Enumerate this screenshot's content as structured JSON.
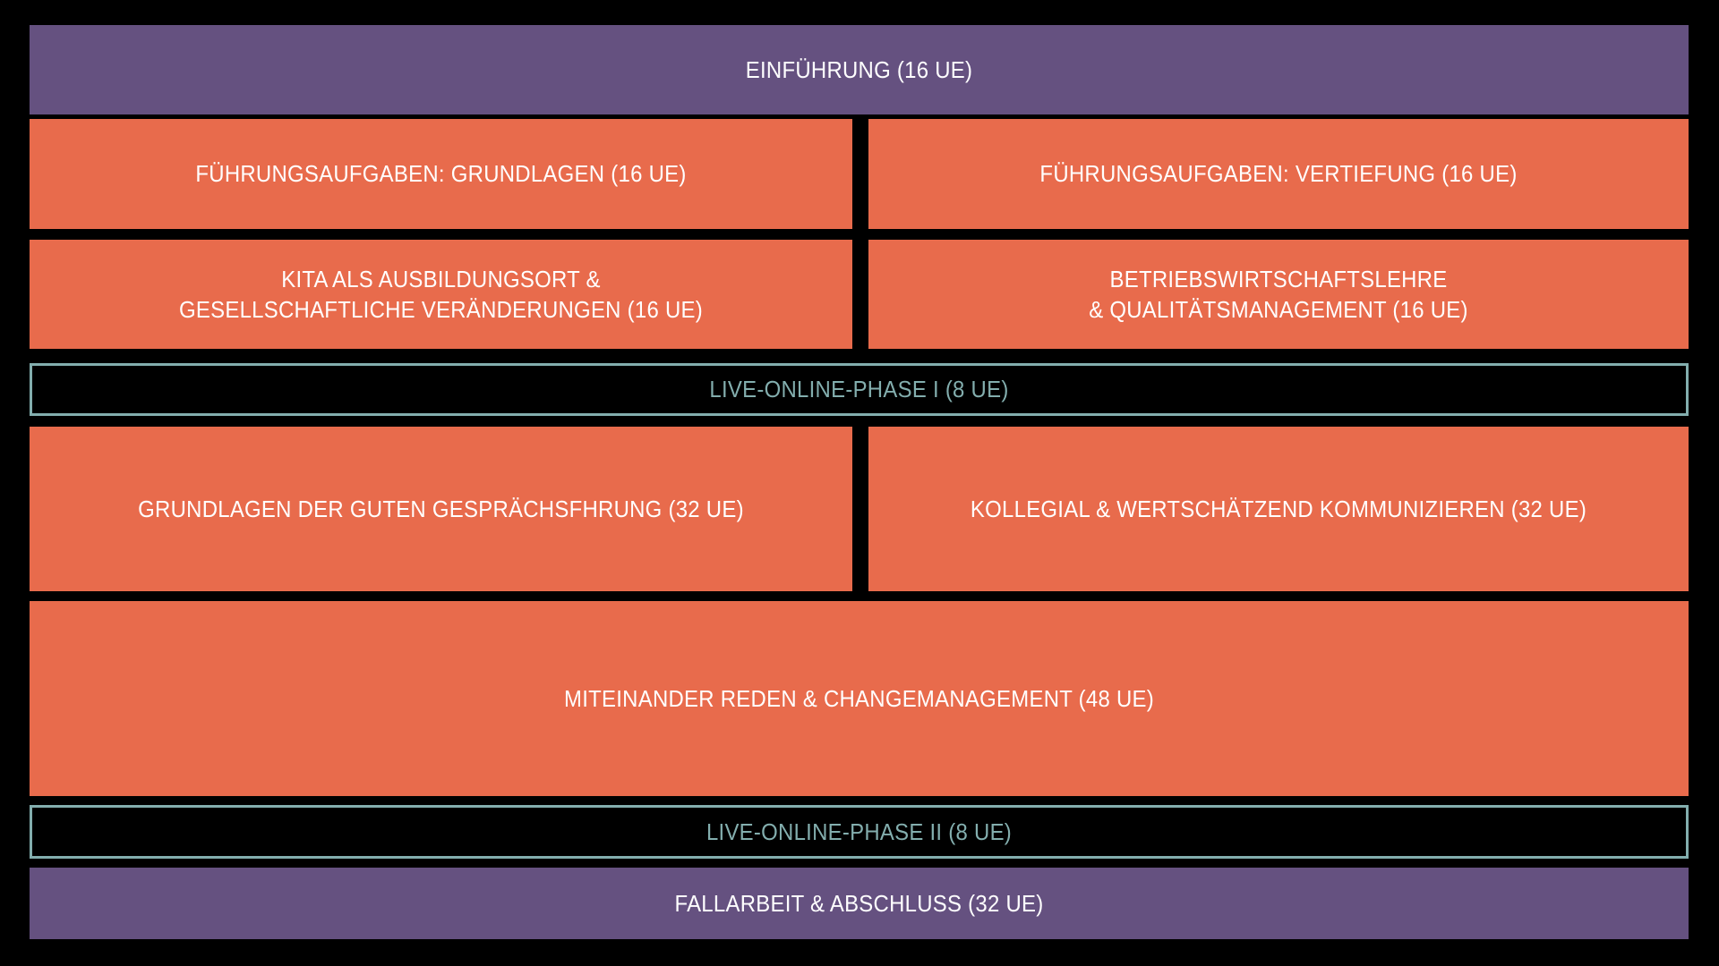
{
  "meta": {
    "title": "Fortbildungs-Curriculum Übersicht",
    "background_color": "#000000"
  },
  "colors": {
    "purple": "#655180",
    "orange": "#E86B4C",
    "teal": "#83AEAE",
    "text_on_fill": "#FFFFFF"
  },
  "rows": [
    {
      "id": "einfuehrung",
      "style": "purple",
      "cells": [
        {
          "name": "module-einfuehrung",
          "label": "EINFÜHRUNG (16 UE)",
          "units": "16 UE"
        }
      ]
    },
    {
      "id": "fuehrungsaufgaben",
      "style": "orange",
      "cells": [
        {
          "name": "module-fuehrungsaufgaben-grundlagen",
          "label": "FÜHRUNGSAUFGABEN: GRUNDLAGEN (16 UE)",
          "units": "16 UE"
        },
        {
          "name": "module-fuehrungsaufgaben-vertiefung",
          "label": "FÜHRUNGSAUFGABEN: VERTIEFUNG (16 UE)",
          "units": "16 UE"
        }
      ]
    },
    {
      "id": "kita-bwl",
      "style": "orange",
      "cells": [
        {
          "name": "module-kita-ausbildungsort",
          "label": "KITA ALS AUSBILDUNGSORT &\nGESELLSCHAFTLICHE VERÄNDERUNGEN (16 UE)",
          "units": "16 UE"
        },
        {
          "name": "module-betriebswirtschaftslehre",
          "label": "BETRIEBSWIRTSCHAFTSLEHRE\n& QUALITÄTSMANAGEMENT (16 UE)",
          "units": "16 UE"
        }
      ]
    },
    {
      "id": "live-online-phase-1",
      "style": "outline",
      "cells": [
        {
          "name": "module-live-online-phase-1",
          "label": "LIVE-ONLINE-PHASE I (8 UE)",
          "units": "8 UE"
        }
      ]
    },
    {
      "id": "kommunikation",
      "style": "orange",
      "cells": [
        {
          "name": "module-gespraechsfuehrung",
          "label": "GRUNDLAGEN DER GUTEN GESPRÄCHSFHRUNG (32 UE)",
          "units": "32 UE"
        },
        {
          "name": "module-kollegial-kommunizieren",
          "label": "KOLLEGIAL & WERTSCHÄTZEND KOMMUNIZIEREN (32 UE)",
          "units": "32 UE"
        }
      ]
    },
    {
      "id": "changemanagement",
      "style": "orange",
      "cells": [
        {
          "name": "module-miteinander-reden-changemanagement",
          "label": "MITEINANDER REDEN & CHANGEMANAGEMENT (48 UE)",
          "units": "48 UE"
        }
      ]
    },
    {
      "id": "live-online-phase-2",
      "style": "outline",
      "cells": [
        {
          "name": "module-live-online-phase-2",
          "label": "LIVE-ONLINE-PHASE II (8 UE)",
          "units": "8 UE"
        }
      ]
    },
    {
      "id": "fallarbeit",
      "style": "purple",
      "cells": [
        {
          "name": "module-fallarbeit-abschluss",
          "label": "FALLARBEIT & ABSCHLUSS (32 UE)",
          "units": "32 UE"
        }
      ]
    }
  ]
}
